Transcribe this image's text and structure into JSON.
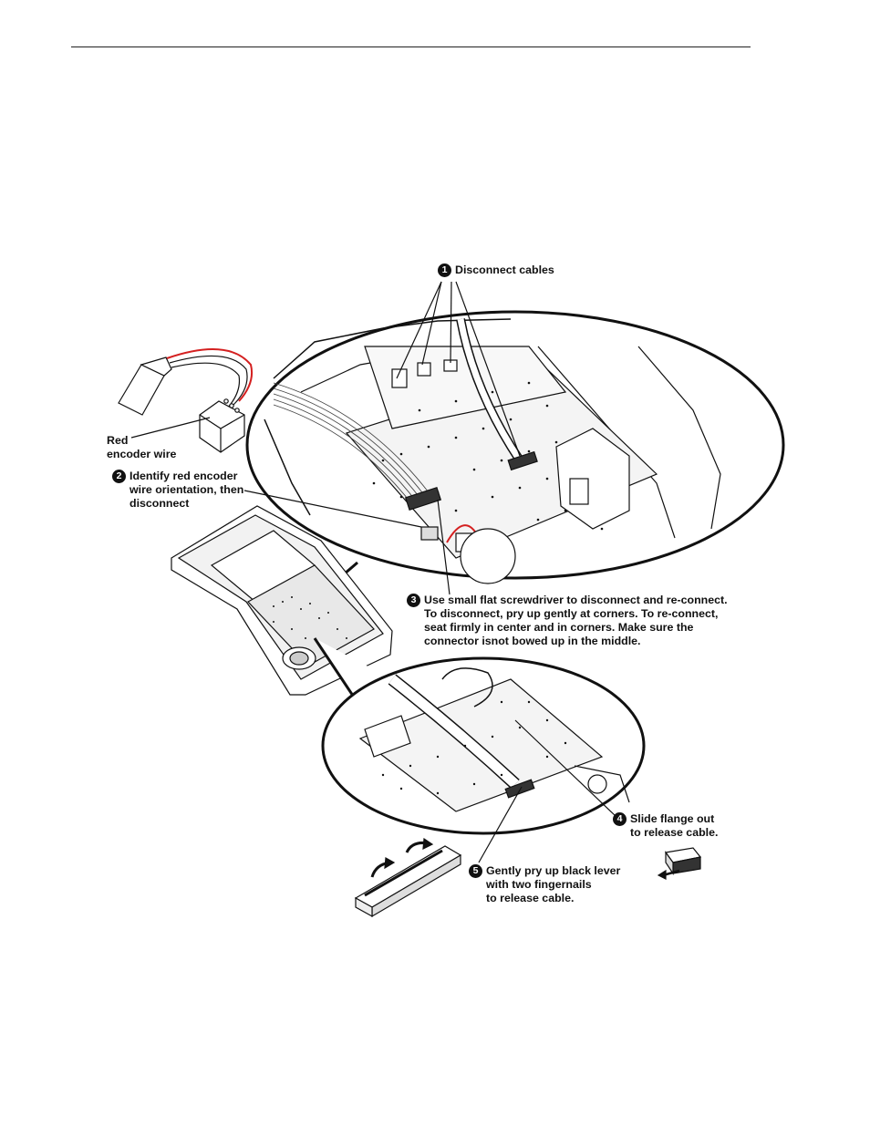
{
  "callouts": {
    "c1": {
      "number": "1",
      "lines": [
        "Disconnect cables"
      ]
    },
    "red_wire": {
      "lines": [
        "Red",
        "encoder wire"
      ]
    },
    "c2": {
      "number": "2",
      "lines": [
        "Identify red encoder",
        "wire orientation, then",
        "disconnect"
      ]
    },
    "c3": {
      "number": "3",
      "lines": [
        "Use small flat screwdriver to disconnect and re-connect.",
        "To disconnect, pry up gently at corners. To re-connect,",
        "seat firmly in center and in corners. Make sure the",
        "connector isnot bowed up in the middle."
      ]
    },
    "c4": {
      "number": "4",
      "lines": [
        "Slide flange out",
        "to release cable."
      ]
    },
    "c5": {
      "number": "5",
      "lines": [
        "Gently pry up black lever",
        "with two fingernails",
        "to release cable."
      ]
    }
  },
  "colors": {
    "ink": "#111111",
    "wire_red": "#d42020",
    "board_gray": "#e4e4e4"
  }
}
